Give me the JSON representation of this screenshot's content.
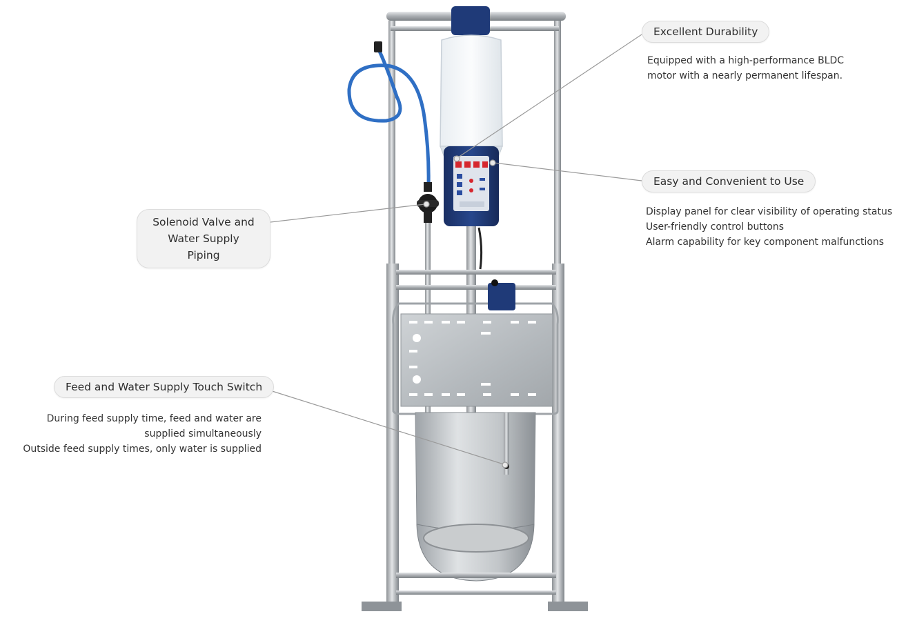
{
  "callouts": {
    "durability": {
      "title": "Excellent Durability",
      "lines": [
        "Equipped with a high-performance BLDC",
        "motor with a nearly permanent lifespan."
      ]
    },
    "easy_use": {
      "title": "Easy and Convenient to Use",
      "lines": [
        "Display panel for clear visibility of operating status",
        "User-friendly control buttons",
        "Alarm capability for key component malfunctions"
      ]
    },
    "solenoid": {
      "title_lines": [
        "Solenoid Valve and",
        "Water Supply Piping"
      ]
    },
    "touch_switch": {
      "title": "Feed and Water Supply Touch Switch",
      "lines": [
        "During feed supply time, feed and water are",
        "supplied simultaneously",
        "Outside feed supply times, only water is supplied"
      ]
    }
  },
  "colors": {
    "steel": "#b9bcbf",
    "controller": "#1f3a78",
    "hose": "#2f6fc4",
    "leader": "#9a9a9a"
  }
}
